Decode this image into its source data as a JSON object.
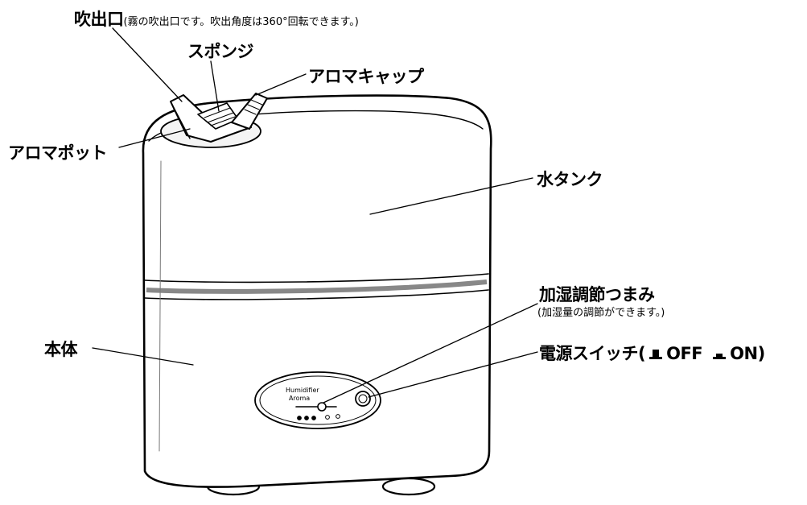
{
  "labels": {
    "outlet_title": "吹出口",
    "outlet_note": "(霧の吹出口です。吹出角度は360°回転できます。)",
    "sponge": "スポンジ",
    "aroma_cap": "アロマキャップ",
    "aroma_pot": "アロマポット",
    "water_tank": "水タンク",
    "humidity_knob": "加湿調節つまみ",
    "humidity_knob_note": "(加湿量の調節ができます。)",
    "power_switch_prefix": "電源スイッチ(",
    "power_off": "OFF",
    "power_on": "ON)",
    "body": "本体"
  },
  "panel": {
    "brand_line1": "Humidifier",
    "brand_line2": "Aroma"
  }
}
